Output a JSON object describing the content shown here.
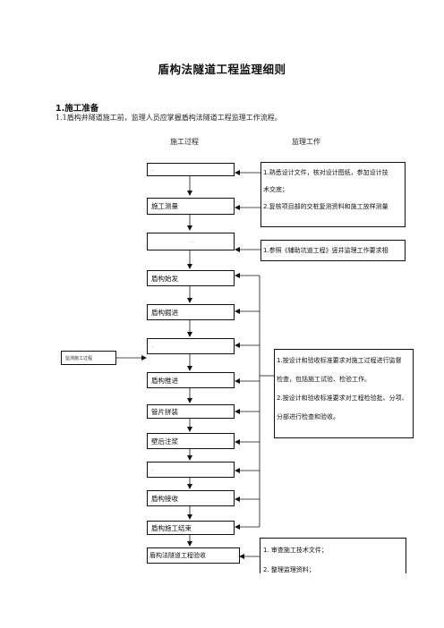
{
  "document": {
    "title": "盾构法隧道工程监理细则",
    "section_heading": "1.施工准备",
    "intro": "1.1盾构井隧道施工前，监理人员应掌握盾构法隧道工程监理工作流程。",
    "col_process": "施工过程",
    "col_supervision": "监理工作"
  },
  "flow": {
    "steps": [
      "",
      "施工测量",
      "",
      "盾构始发",
      "盾构掘进",
      "",
      "盾构推进",
      "管片拼装",
      "壁后注浆",
      "",
      "盾构接收",
      "盾构施工结束",
      "盾构法隧道工程验收"
    ],
    "tiny_texts": [
      "...",
      "- -  -",
      "...",
      "..."
    ],
    "left_box": "监测施工过程"
  },
  "supervision": {
    "box1": [
      "1.熟悉设计文件，核对设计图纸，参加设计技",
      "术交底；",
      "2.复核项目部的交桩复测资料和施工放样测量"
    ],
    "box2": [
      "1.参照《辅助坑道工程》竖井监理工作要求相"
    ],
    "box3": [
      "1.按设计和验收标准要求对施工过程进行监督",
      "检查，包括施工试验、检验工作。",
      "2.按设计和验收标准要求对工程检验批、分项、",
      "分部进行检查和验收。"
    ],
    "box4": [
      "1.    审查施工技术文件；",
      "2.    整理监理资料；"
    ]
  }
}
